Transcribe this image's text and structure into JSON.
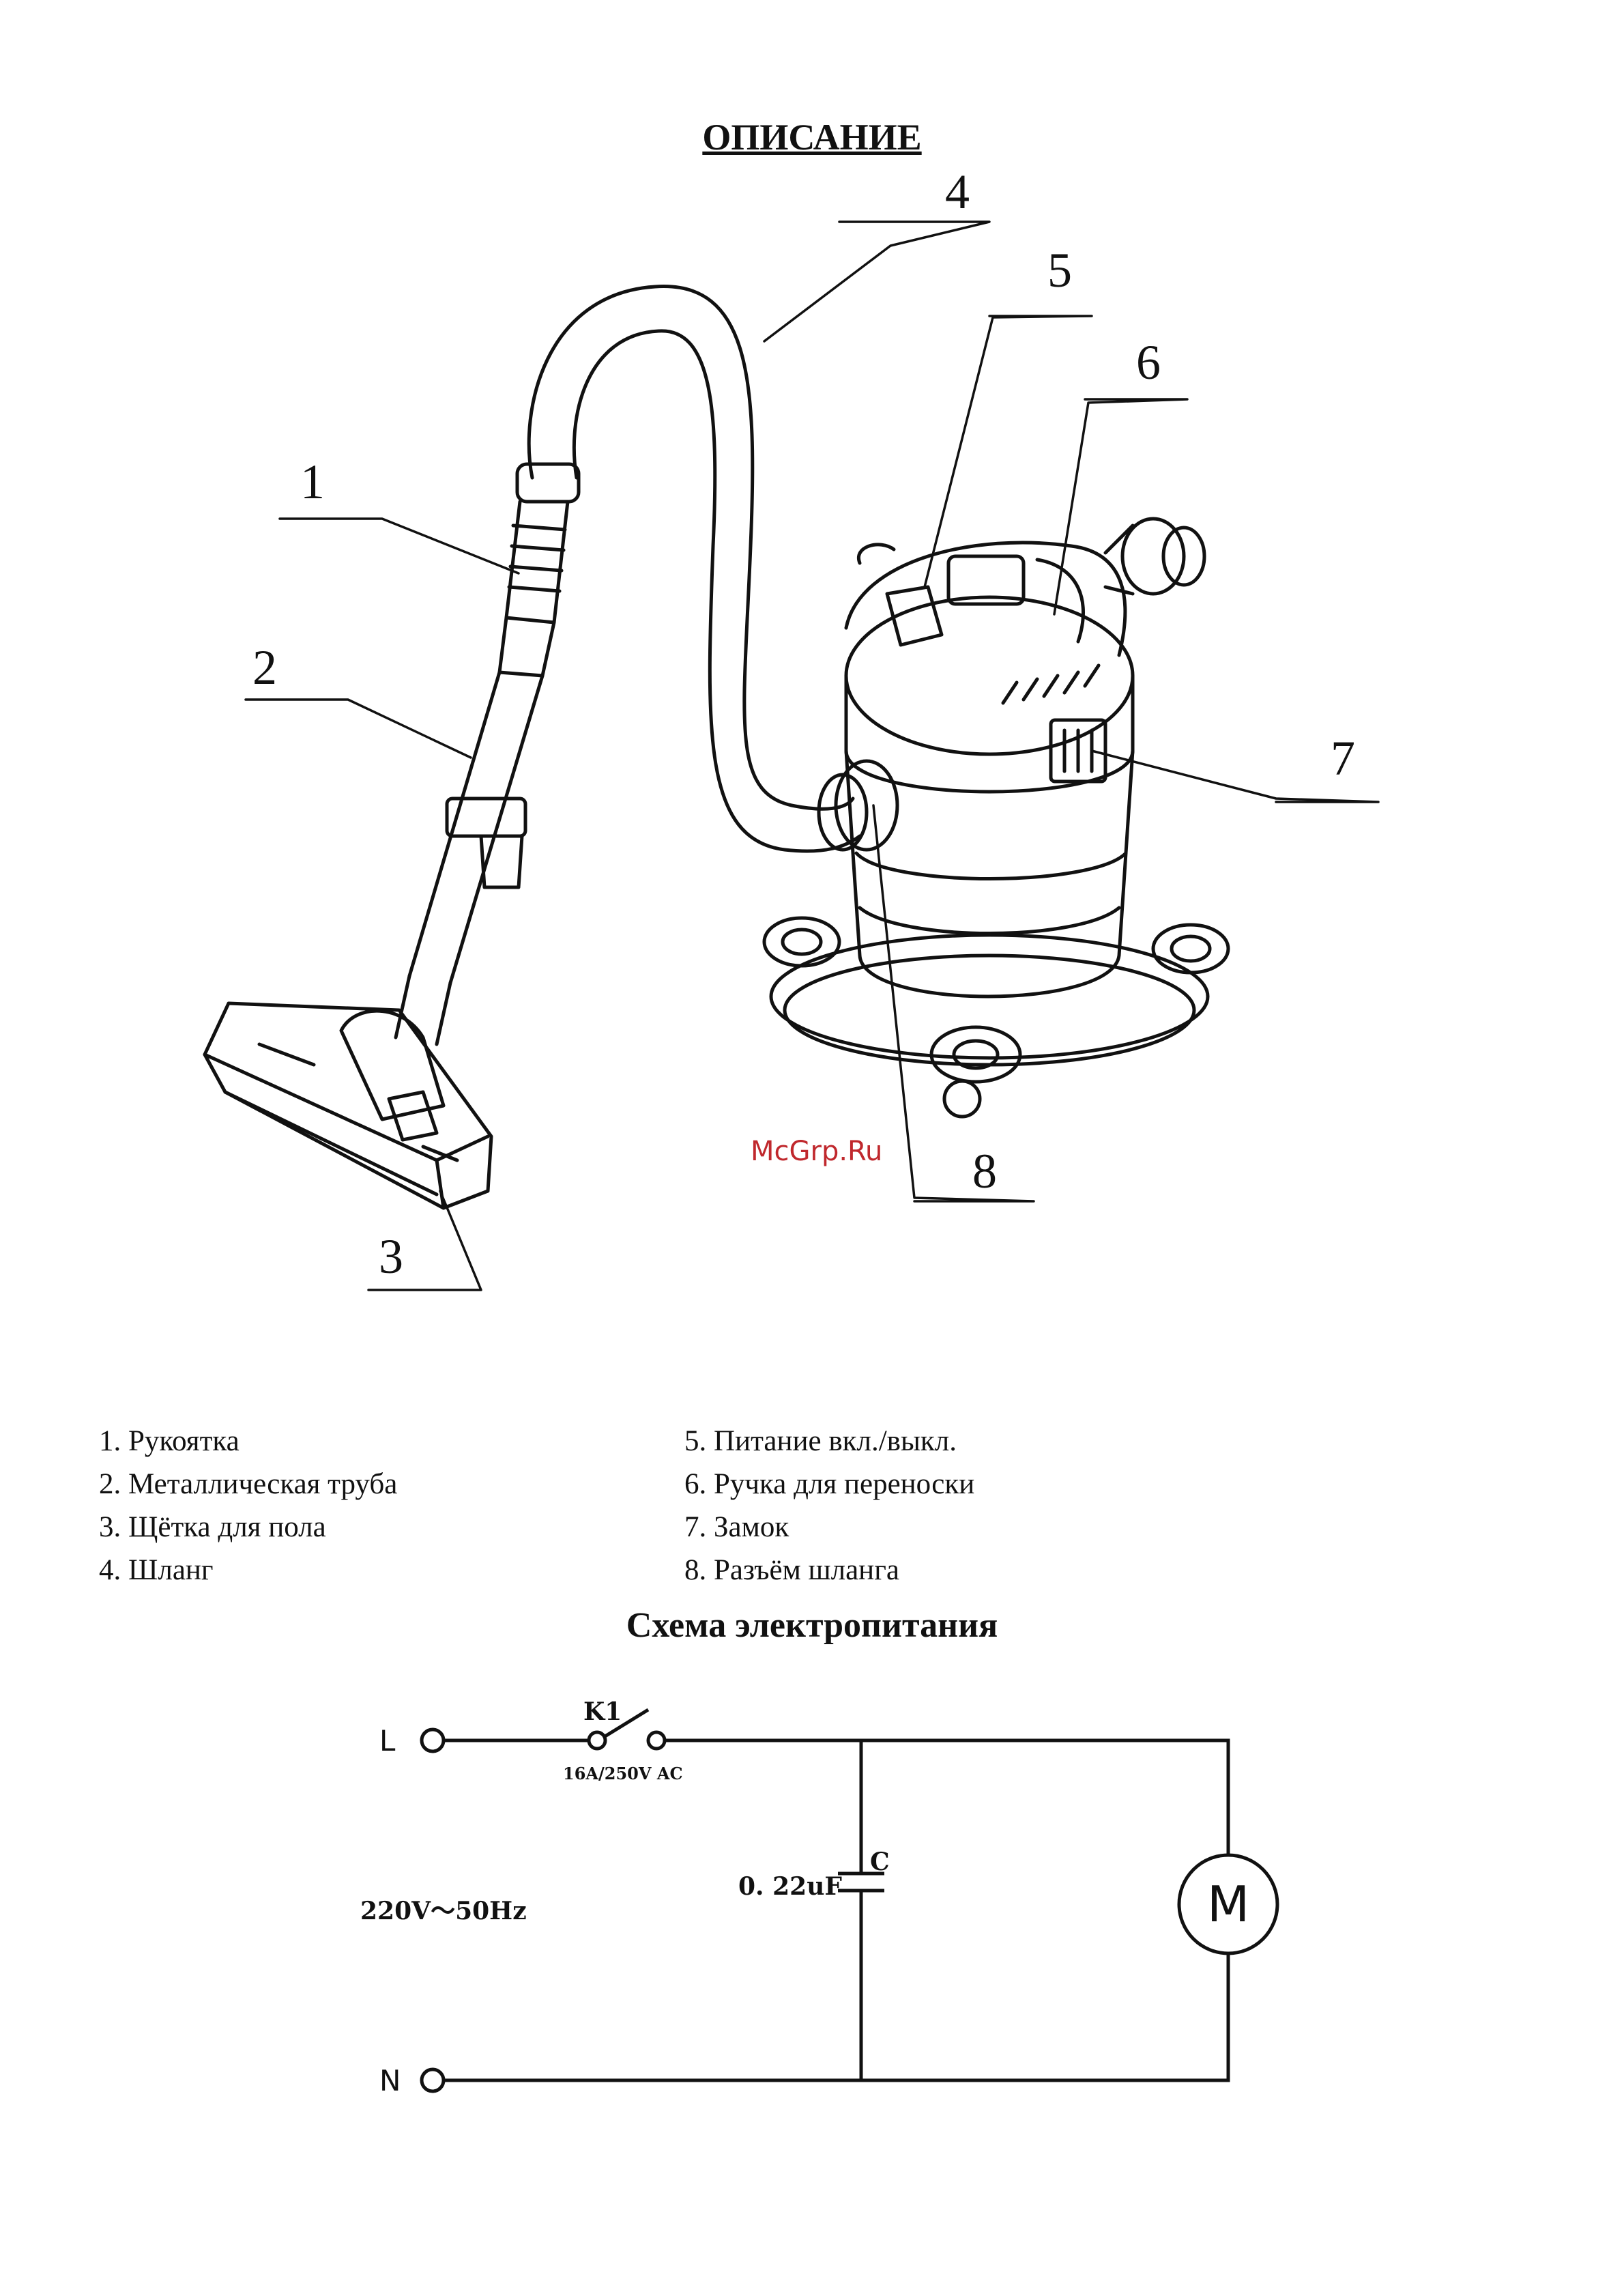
{
  "title": "ОПИСАНИЕ",
  "watermark": "McGrp.Ru",
  "callouts": [
    "1",
    "2",
    "3",
    "4",
    "5",
    "6",
    "7",
    "8"
  ],
  "legend_left": [
    "1. Рукоятка",
    "2. Металлическая труба",
    "3. Щётка для пола",
    "4. Шланг"
  ],
  "legend_right": [
    "5. Питание вкл./выкл.",
    "6. Ручка для переноски",
    "7. Замок",
    "8. Разъём шланга"
  ],
  "schema_title": "Схема электропитания",
  "circuit": {
    "terminal_l": "L",
    "terminal_n": "N",
    "switch_label": "K1",
    "switch_rating": "16A/250V AC",
    "supply": "220V～50Hz",
    "cap_value": "0. 22uF",
    "cap_label": "C",
    "motor_label": "M"
  },
  "colors": {
    "ink": "#111111",
    "watermark": "#c0282d"
  }
}
